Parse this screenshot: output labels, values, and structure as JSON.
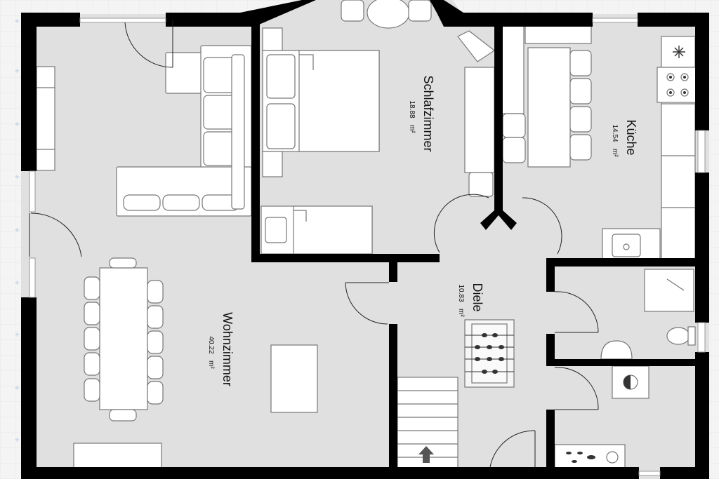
{
  "plan": {
    "background_color": "#f4f4f4",
    "floor_color": "#e0e0e0",
    "wall_color": "#000000",
    "furniture_fill": "#ffffff",
    "furniture_stroke": "#777777",
    "rooms": [
      {
        "id": "wohnzimmer",
        "name": "Wohnzimmer",
        "area": "40.22",
        "unit": "m²"
      },
      {
        "id": "schlafzimmer",
        "name": "Schlafzimmer",
        "area": "18.88",
        "unit": "m²"
      },
      {
        "id": "kueche",
        "name": "Küche",
        "area": "14.54",
        "unit": "m²"
      },
      {
        "id": "diele",
        "name": "Diele",
        "area": "10.83",
        "unit": "m²"
      }
    ],
    "stairs_arrow_icon": "arrow-up-icon",
    "fridge_icon": "snowflake-icon"
  }
}
